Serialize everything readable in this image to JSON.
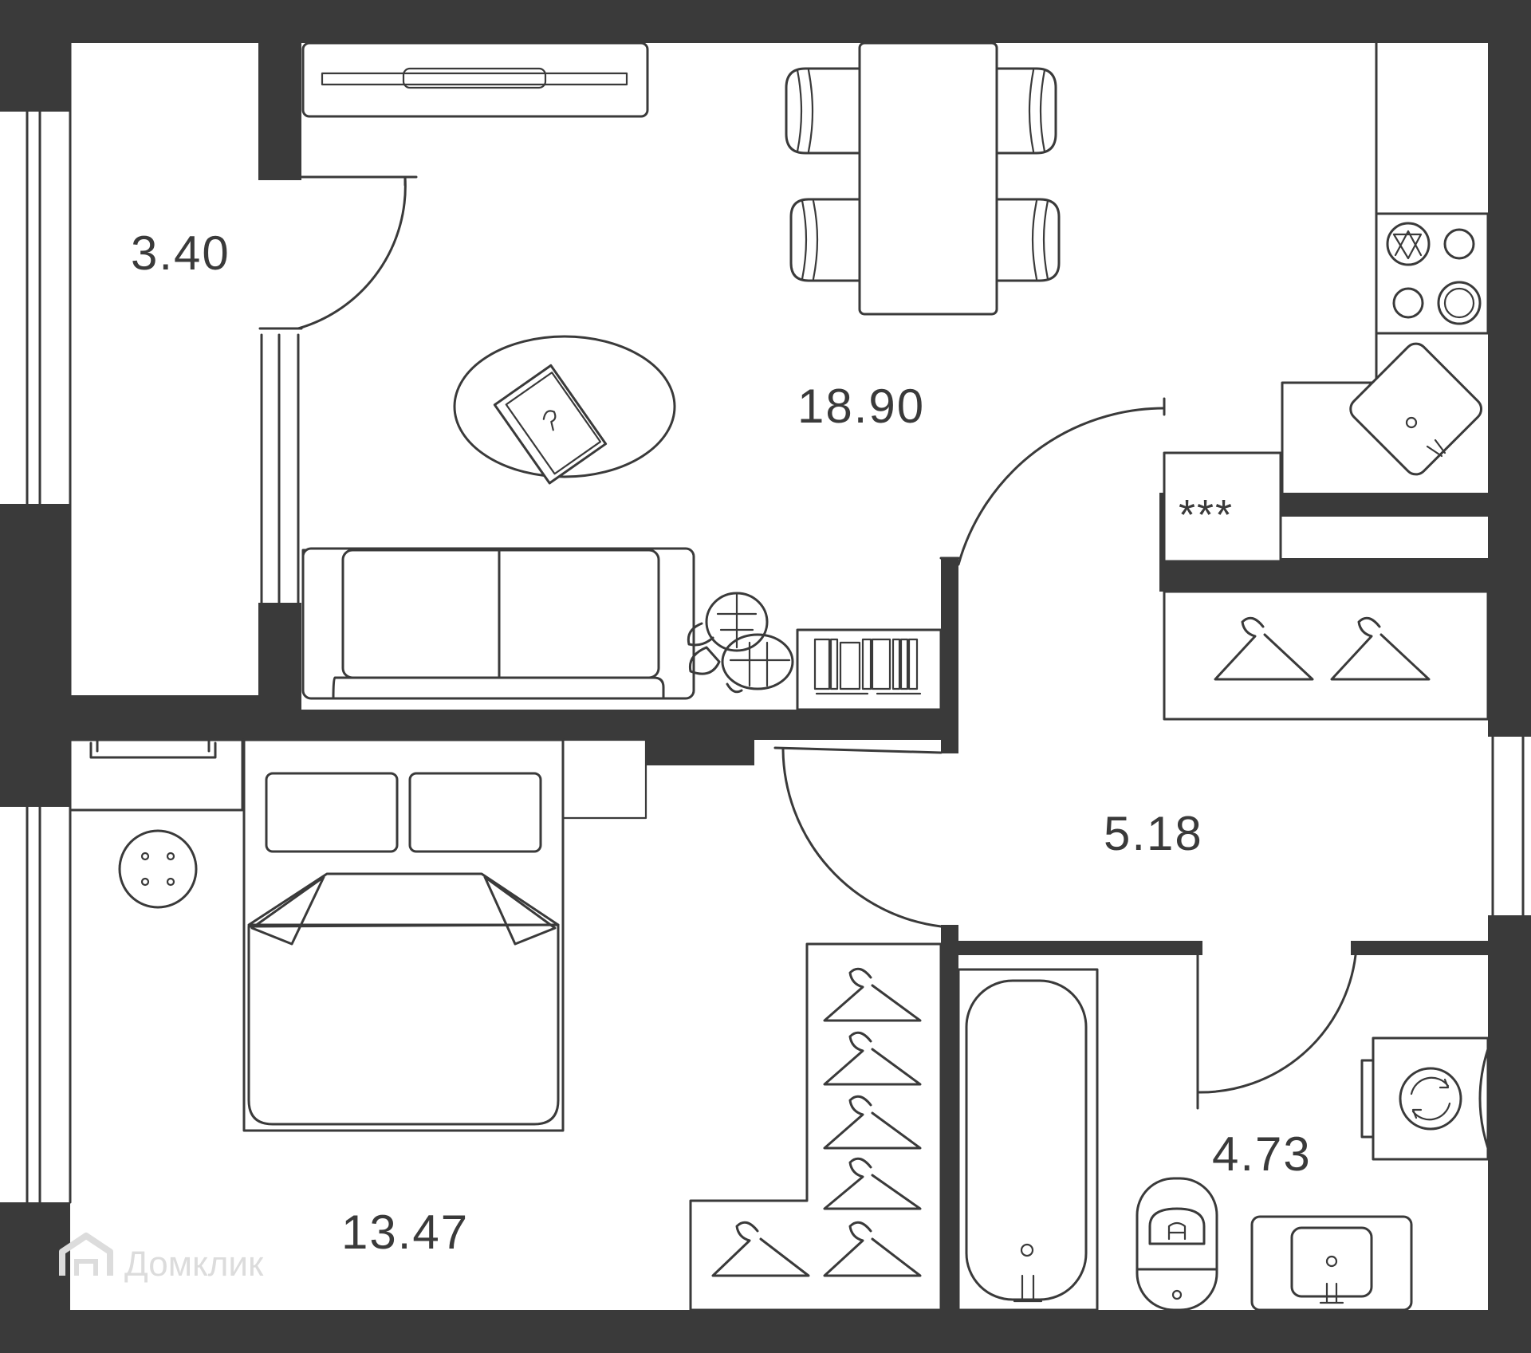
{
  "rooms": [
    {
      "id": "hall-storage",
      "area": "3.40"
    },
    {
      "id": "living-kitchen",
      "area": "18.90"
    },
    {
      "id": "corridor",
      "area": "5.18"
    },
    {
      "id": "bedroom",
      "area": "13.47"
    },
    {
      "id": "bathroom",
      "area": "4.73"
    }
  ],
  "watermark": {
    "text": "Домклик",
    "icon": "house-logo-icon"
  },
  "colors": {
    "wall": "#3a3a3a",
    "background": "#ffffff",
    "watermark": "#dcdcdc"
  }
}
